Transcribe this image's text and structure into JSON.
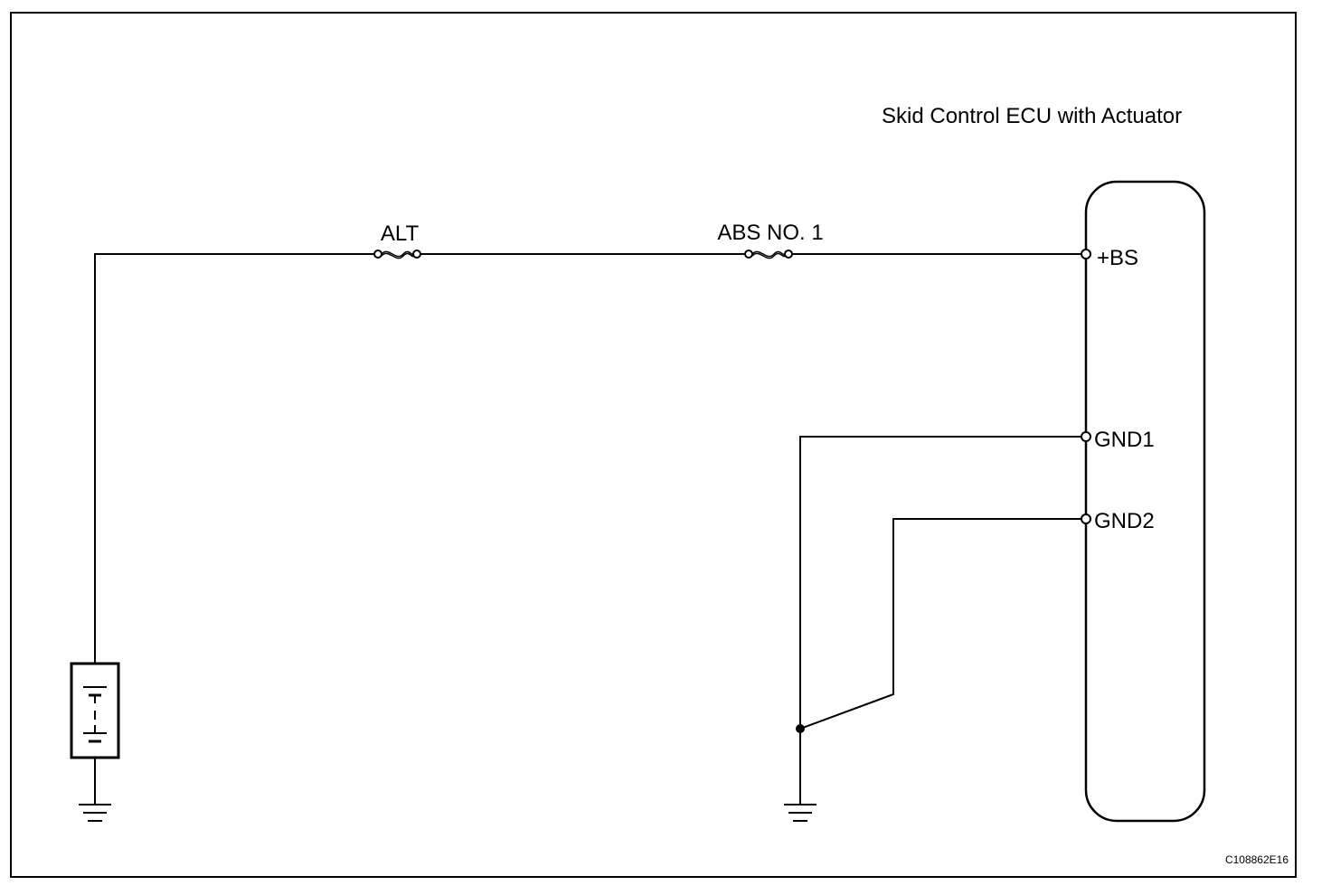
{
  "ecu": {
    "title": "Skid Control ECU with Actuator",
    "terminals": {
      "bs": "+BS",
      "gnd1": "GND1",
      "gnd2": "GND2"
    }
  },
  "fuses": {
    "alt": "ALT",
    "abs": "ABS NO. 1"
  },
  "figure_code": "C108862E16",
  "icons": {
    "battery": "battery-icon",
    "fuse": "fuse-icon",
    "ground": "ground-icon"
  }
}
